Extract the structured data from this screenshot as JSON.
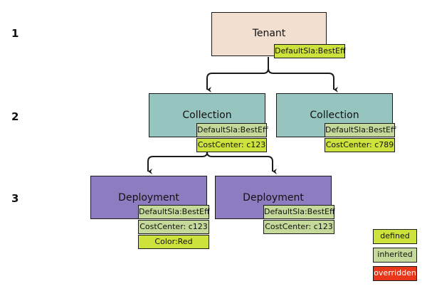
{
  "levels": [
    "1",
    "2",
    "3"
  ],
  "tenant": {
    "title": "Tenant",
    "tags": [
      "DefaultSla:BestEff"
    ]
  },
  "collection_left": {
    "title": "Collection",
    "tags": [
      "DefaultSla:BestEff",
      "CostCenter: c123"
    ]
  },
  "collection_right": {
    "title": "Collection",
    "tags": [
      "DefaultSla:BestEff",
      "CostCenter: c789"
    ]
  },
  "deployment_left": {
    "title": "Deployment",
    "tags": [
      "DefaultSla:BestEff",
      "CostCenter: c123",
      "Color:Red"
    ]
  },
  "deployment_right": {
    "title": "Deployment",
    "tags": [
      "DefaultSla:BestEff",
      "CostCenter: c123"
    ]
  },
  "legend": {
    "defined": "defined",
    "inherited": "inherited",
    "overridden": "overridden"
  },
  "colors": {
    "defined": "#cde33b",
    "inherited": "#c5d99a",
    "overridden": "#e8371a",
    "tenant": "#f2dfcf",
    "collection": "#96c4be",
    "deployment": "#8e7cc0"
  }
}
